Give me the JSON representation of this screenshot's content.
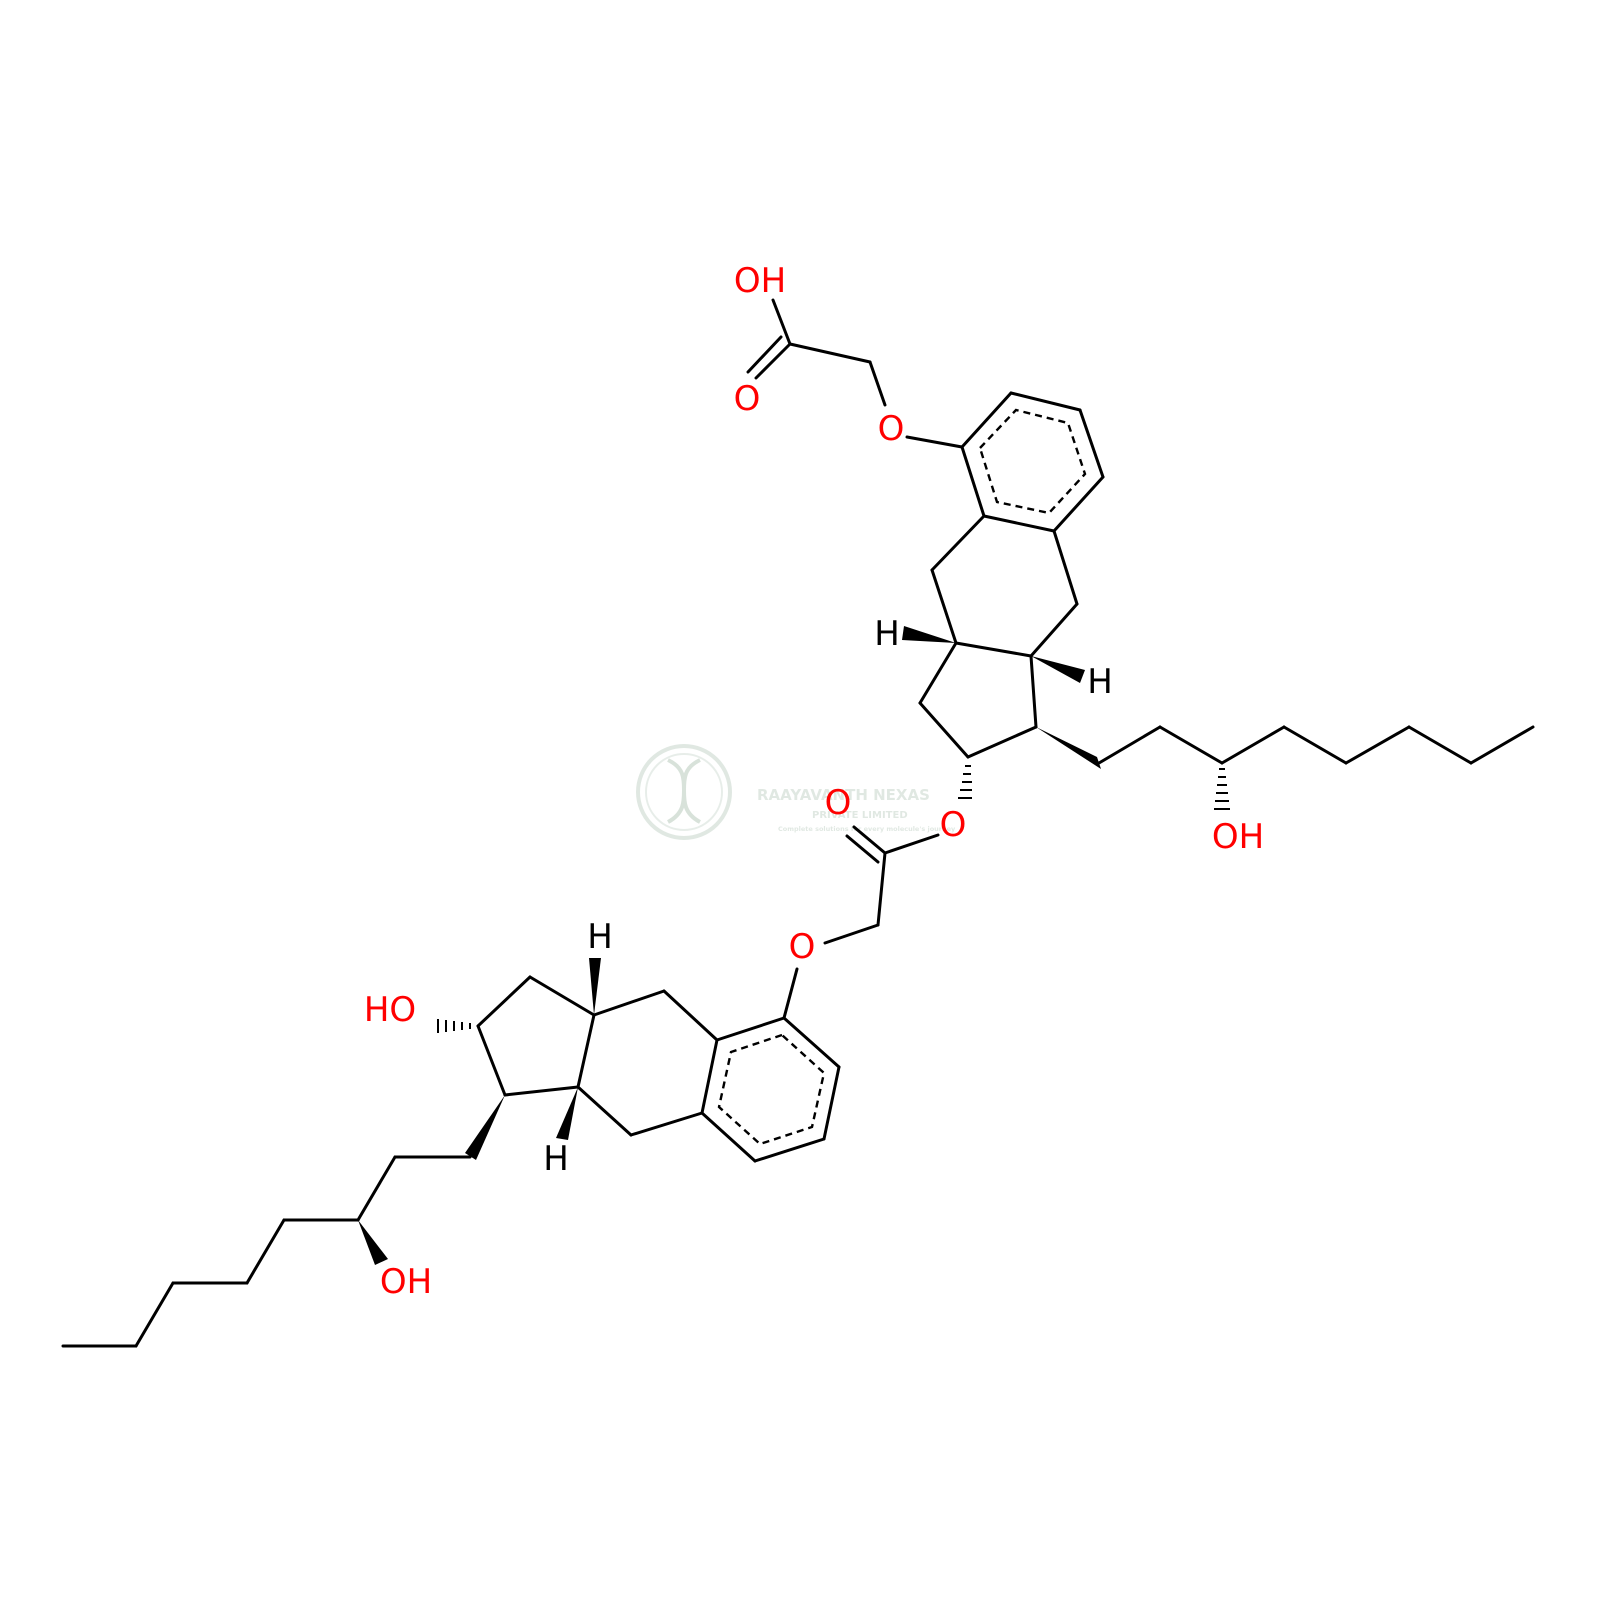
{
  "structure": {
    "oxygen_labels": {
      "acid_oh": "OH",
      "acid_carbonyl_o": "O",
      "upper_aryl_ether_o": "O",
      "ester_carbonyl_o": "O",
      "ester_o": "O",
      "upper_side_chain_oh": "OH",
      "lower_aryl_ether_o": "O",
      "lower_ring_oh": "HO",
      "lower_side_chain_oh": "OH"
    },
    "hydrogen_labels": {
      "upper_left_h": "H",
      "upper_right_h": "H",
      "lower_top_h": "H",
      "lower_bottom_h": "H"
    }
  },
  "watermark": {
    "company_line1": "RAAYAVANTH NEXAS",
    "company_line2": "PRIVATE LIMITED",
    "tagline": "Complete solutions for every molecule's journey",
    "logo": "dna-helix-logo",
    "color": "#c8d6cc"
  },
  "colors": {
    "bond": "#000000",
    "heteroatom_oxygen": "#ff0000",
    "hydrogen": "#000000"
  }
}
